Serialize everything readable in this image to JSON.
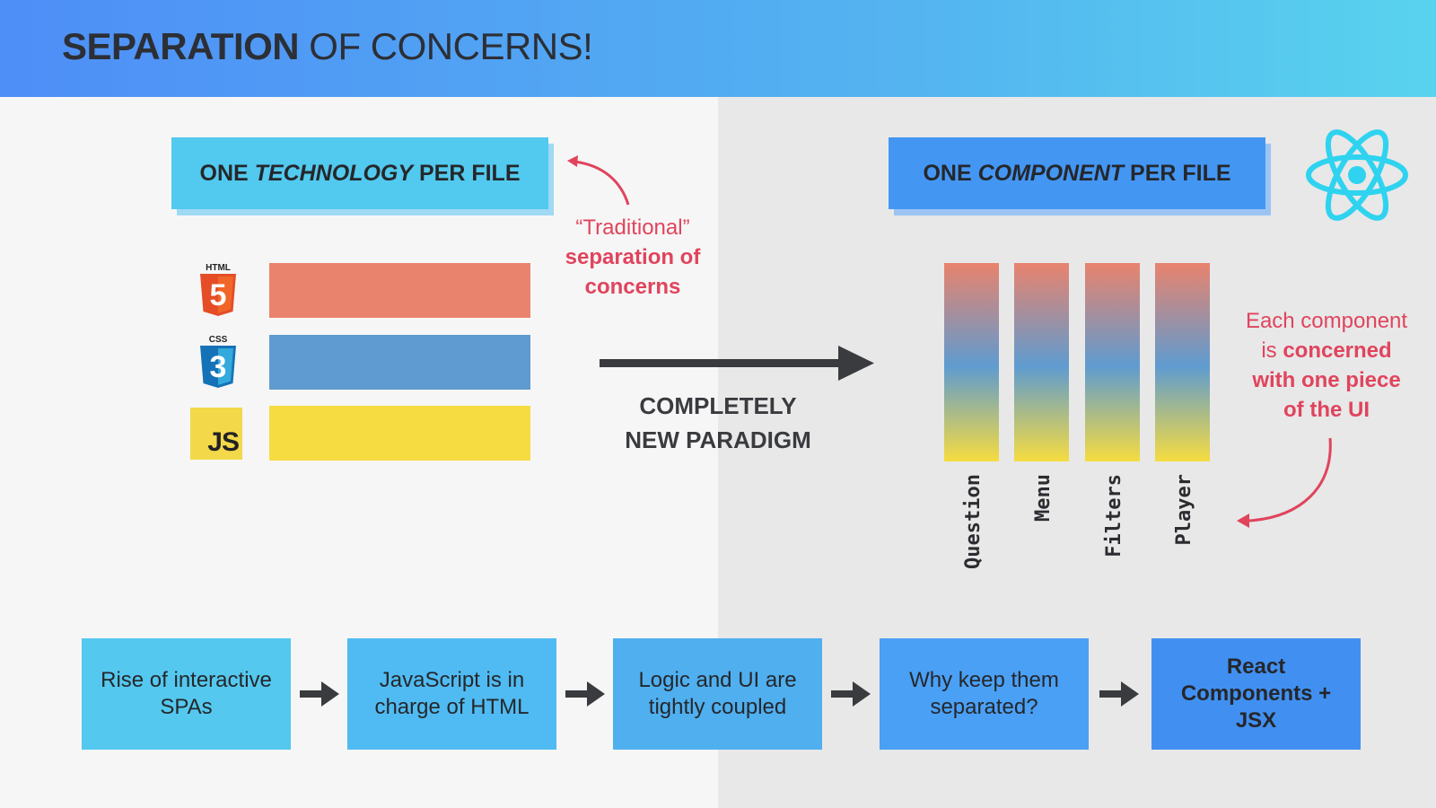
{
  "title": {
    "bold": "SEPARATION",
    "rest": "OF CONCERNS!"
  },
  "left": {
    "heading": {
      "pre": "ONE ",
      "em": "TECHNOLOGY",
      "post": " PER FILE"
    },
    "logos": {
      "html": "HTML",
      "html_num": "5",
      "css": "CSS",
      "css_num": "3",
      "js": "JS"
    },
    "note": {
      "line1": "“Traditional”",
      "line2": "separation of",
      "line3": "concerns"
    }
  },
  "center": {
    "line1": "COMPLETELY",
    "line2": "NEW PARADIGM"
  },
  "right": {
    "heading": {
      "pre": "ONE ",
      "em": "COMPONENT",
      "post": " PER FILE"
    },
    "components": [
      "Question",
      "Menu",
      "Filters",
      "Player"
    ],
    "note": {
      "line1": "Each component",
      "line2_pre": "is ",
      "line2_bold": "concerned",
      "line3": "with one piece",
      "line4": "of the UI"
    }
  },
  "flow": [
    "Rise of interactive SPAs",
    "JavaScript is in charge of HTML",
    "Logic and UI are tightly coupled",
    "Why keep them separated?",
    "React Components + JSX"
  ],
  "colors": {
    "html": "#e9836d",
    "css": "#5f9bd0",
    "js": "#f6dc40",
    "accent_note": "#e0445d",
    "react": "#2fd3ef"
  },
  "icons": [
    "html5-icon",
    "css3-icon",
    "js-icon",
    "react-icon",
    "arrow-right-icon",
    "curved-arrow-icon"
  ]
}
